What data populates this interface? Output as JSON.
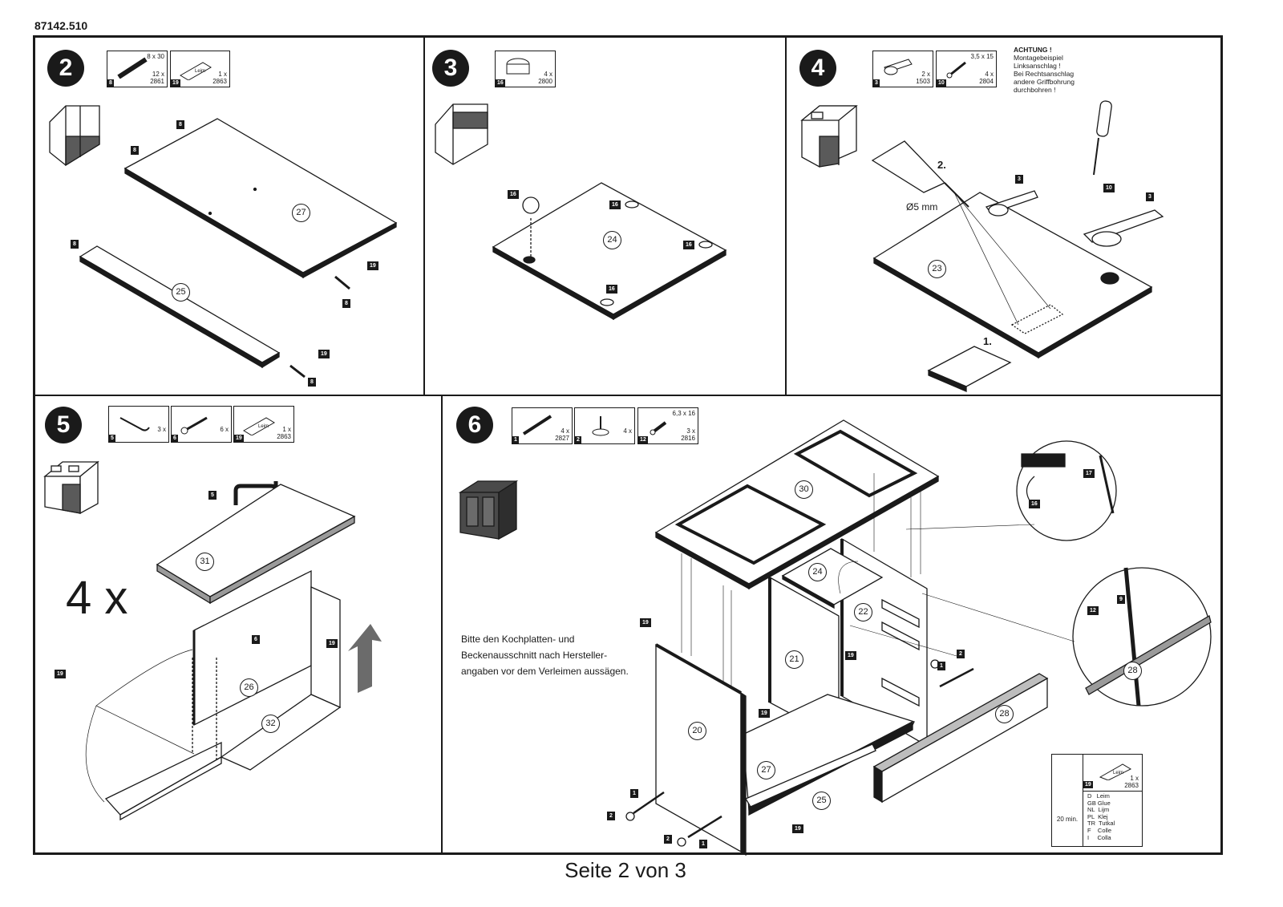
{
  "document": {
    "article_number": "87142.510",
    "footer": "Seite 2 von 3"
  },
  "steps": [
    {
      "number": "2",
      "parts": [
        {
          "tag": "8",
          "size": "8 x 30",
          "qty": "12 x",
          "code": "2861",
          "icon": "dowel-icon"
        },
        {
          "tag": "19",
          "size": "",
          "qty": "1 x",
          "code": "2863",
          "icon": "glue-icon",
          "icon_text": "Leim"
        }
      ],
      "labels": [
        "8",
        "8",
        "8",
        "19",
        "8",
        "19",
        "8"
      ],
      "panels": [
        "27",
        "25"
      ]
    },
    {
      "number": "3",
      "parts": [
        {
          "tag": "16",
          "size": "",
          "qty": "4 x",
          "code": "2800",
          "icon": "cam-lock-icon"
        }
      ],
      "labels": [
        "16",
        "16",
        "16",
        "16"
      ],
      "panels": [
        "24"
      ]
    },
    {
      "number": "4",
      "parts": [
        {
          "tag": "3",
          "size": "",
          "qty": "2 x",
          "code": "1503",
          "icon": "hinge-icon"
        },
        {
          "tag": "10",
          "size": "3,5 x 15",
          "qty": "4 x",
          "code": "2804",
          "icon": "screw-icon"
        }
      ],
      "note": {
        "title": "ACHTUNG !",
        "lines": [
          "Montagebeispiel",
          "Linksanschlag !",
          "Bei Rechtsanschlag",
          "andere Griffbohrung",
          "durchbohren !"
        ]
      },
      "drill": "Ø5 mm",
      "step_marks": [
        "2.",
        "1."
      ],
      "labels": [
        "3",
        "10",
        "3"
      ],
      "panels": [
        "23"
      ]
    },
    {
      "number": "5",
      "parts": [
        {
          "tag": "5",
          "size": "",
          "qty": "3 x",
          "code": "",
          "icon": "handle-icon"
        },
        {
          "tag": "6",
          "size": "",
          "qty": "6 x",
          "code": "",
          "icon": "screw-icon"
        },
        {
          "tag": "19",
          "size": "",
          "qty": "1 x",
          "code": "2863",
          "icon": "glue-icon",
          "icon_text": "Leim"
        }
      ],
      "multiplier": "4 x",
      "labels": [
        "5",
        "6",
        "19",
        "19"
      ],
      "panels": [
        "31",
        "26",
        "32"
      ]
    },
    {
      "number": "6",
      "parts": [
        {
          "tag": "1",
          "size": "",
          "qty": "4 x",
          "code": "2827",
          "icon": "bolt-icon"
        },
        {
          "tag": "2",
          "size": "",
          "qty": "4 x",
          "code": "",
          "icon": "foot-icon"
        },
        {
          "tag": "12",
          "size": "6,3 x 16",
          "qty": "3 x",
          "code": "2816",
          "icon": "screw-icon"
        }
      ],
      "instruction": "Bitte den Kochplatten- und Beckenausschnitt nach Hersteller-angaben vor dem Verleimen aussägen.",
      "labels": [
        "17",
        "16",
        "9",
        "12",
        "19",
        "19",
        "19",
        "2",
        "1",
        "1",
        "2",
        "2",
        "1",
        "19"
      ],
      "panels": [
        "30",
        "24",
        "22",
        "21",
        "20",
        "27",
        "25",
        "28",
        "28"
      ]
    }
  ],
  "glue_legend": {
    "tag": "19",
    "qty": "1 x",
    "code": "2863",
    "icon_text": "Leim",
    "time": "20 min.",
    "languages": [
      "D   Leim",
      "GB Glue",
      "NL  Lijm",
      "PL  Klej",
      "TR  Tutkal",
      "F    Colle",
      "I     Colla"
    ]
  },
  "colors": {
    "ink": "#1a1a1a",
    "panel_edge": "#1a1a1a",
    "arrow_gray": "#6b6b6b",
    "cabinet_gray": "#4a4a4a"
  }
}
